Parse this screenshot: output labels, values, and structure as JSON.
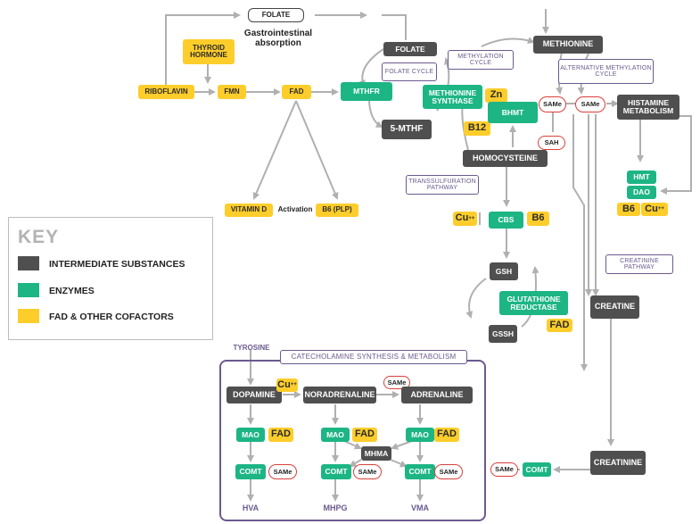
{
  "labels": {
    "folate_top": "FOLATE",
    "gi_absorption": "Gastrointestinal absorption",
    "thyroid_hormone": "THYROID HORMONE",
    "riboflavin": "RIBOFLAVIN",
    "fmn": "FMN",
    "fad": "FAD",
    "mthfr": "MTHFR",
    "folate_mid": "FOLATE",
    "folate_cycle": "FOLATE CYCLE",
    "five_mthf": "5-MTHF",
    "methionine_synthase": "METHIONINE SYNTHASE",
    "b12": "B12",
    "zn": "Zn",
    "bhmt": "BHMT",
    "methylation_cycle": "METHYLATION CYCLE",
    "methionine": "METHIONINE",
    "alt_methylation": "ALTERNATIVE METHYLATION CYCLE",
    "same": "SAMe",
    "sah": "SAH",
    "histamine_metabolism": "HISTAMINE METABOLISM",
    "homocysteine": "HOMOCYSTEINE",
    "hmt": "HMT",
    "dao": "DAO",
    "b6": "B6",
    "cu": "Cu",
    "cu_sup": "++",
    "transsulfuration": "TRANSSULFURATION PATHWAY",
    "cbs": "CBS",
    "vitamin_d": "VITAMIN D",
    "activation": "Activation",
    "b6_plp": "B6 (PLP)",
    "gsh": "GSH",
    "glutathione_reductase": "GLUTATHIONE REDUCTASE",
    "gssh": "GSSH",
    "creatinine_pathway": "CREATININE PATHWAY",
    "creatine": "CREATINE",
    "creatinine": "CREATININE",
    "tyrosine": "TYROSINE",
    "catecholamine": "CATECHOLAMINE SYNTHESIS & METABOLISM",
    "dopamine": "DOPAMINE",
    "noradrenaline": "NORADRENALINE",
    "adrenaline": "ADRENALINE",
    "mao": "MAO",
    "mhma": "MHMA",
    "comt": "COMT",
    "hva": "HVA",
    "mhpg": "MHPG",
    "vma": "VMA"
  },
  "key": {
    "title": "KEY",
    "items": [
      {
        "label": "INTERMEDIATE SUBSTANCES",
        "color": "#4f4f4f"
      },
      {
        "label": "ENZYMES",
        "color": "#1db584"
      },
      {
        "label": "FAD & OTHER COFACTORS",
        "color": "#fdcd2b"
      }
    ]
  },
  "colors": {
    "intermediate": "#4f4f4f",
    "enzyme": "#1db584",
    "cofactor": "#fdcd2b",
    "accent_purple": "#6b5a8e",
    "same_border": "#d9403a",
    "arrow": "#b0b0b0"
  }
}
